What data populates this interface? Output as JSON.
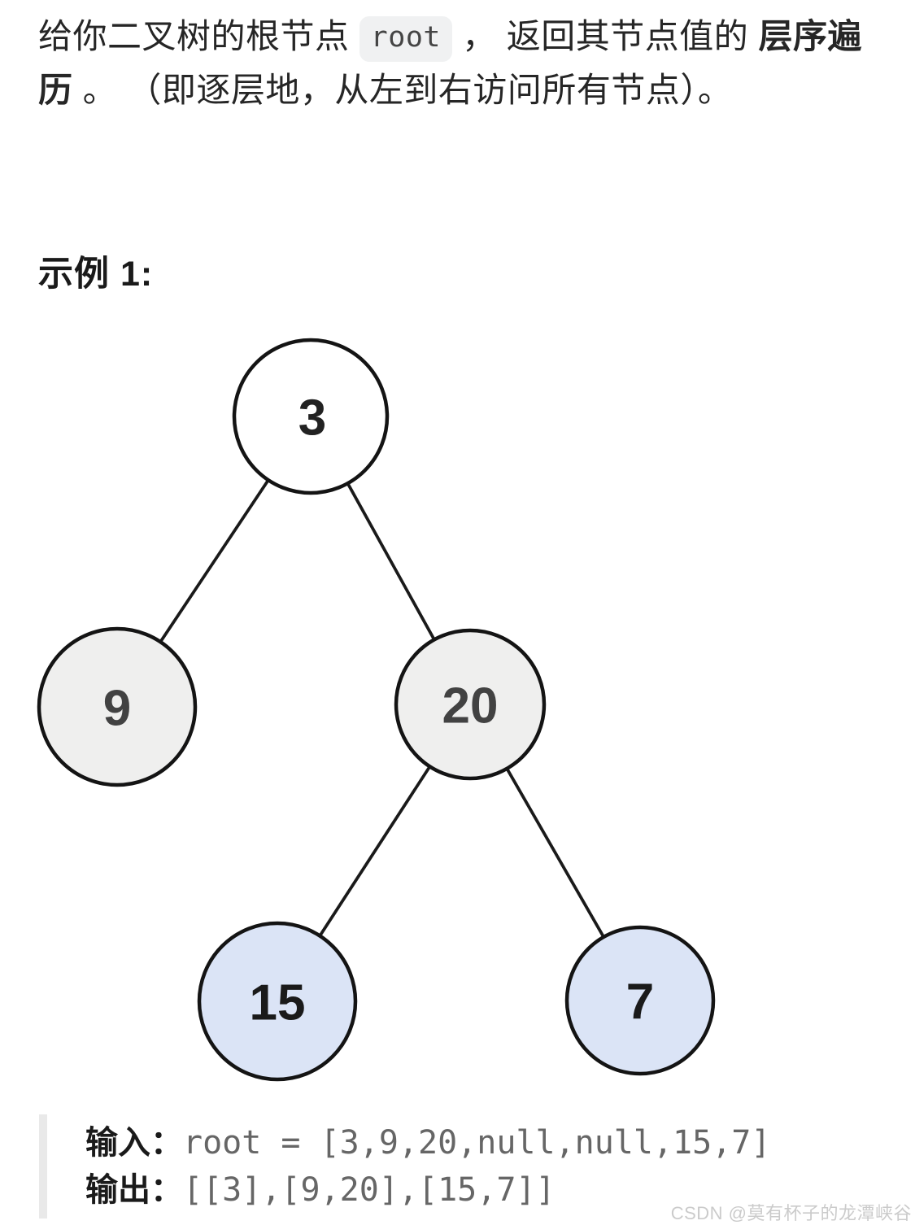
{
  "colors": {
    "page_bg": "#ffffff",
    "body_text": "#262626",
    "badge_bg": "#f0f1f2",
    "badge_text": "#454545",
    "node_stroke": "#141414",
    "edge_stroke": "#1a1a1a",
    "root_node_fill": "#ffffff",
    "level1_node_fill": "#efefee",
    "level2_node_fill": "#dbe4f6",
    "io_bar": "#e9e9e9",
    "io_value_text": "#666666",
    "watermark_text": "#cbcbcb"
  },
  "problem": {
    "line1_prefix": "给你二叉树的根节点 ",
    "inline_code": "root",
    "line1_middle": " ， 返回其节点值的 ",
    "line1_bold": "层序遍",
    "line2_bold": "历",
    "line2_rest": " 。 （即逐层地，从左到右访问所有节点）。"
  },
  "example": {
    "heading": "示例 1:"
  },
  "tree": {
    "nodes": [
      {
        "value": "3",
        "label_color": "#222222"
      },
      {
        "value": "9",
        "label_color": "#424242"
      },
      {
        "value": "20",
        "label_color": "#424242"
      },
      {
        "value": "15",
        "label_color": "#1a1a1a"
      },
      {
        "value": "7",
        "label_color": "#1a1a1a"
      }
    ]
  },
  "io": {
    "input_label": "输入：",
    "input_value": "root = [3,9,20,null,null,15,7]",
    "output_label": "输出：",
    "output_value": "[[3],[9,20],[15,7]]"
  },
  "watermark": "CSDN @莫有杯子的龙潭峡谷"
}
